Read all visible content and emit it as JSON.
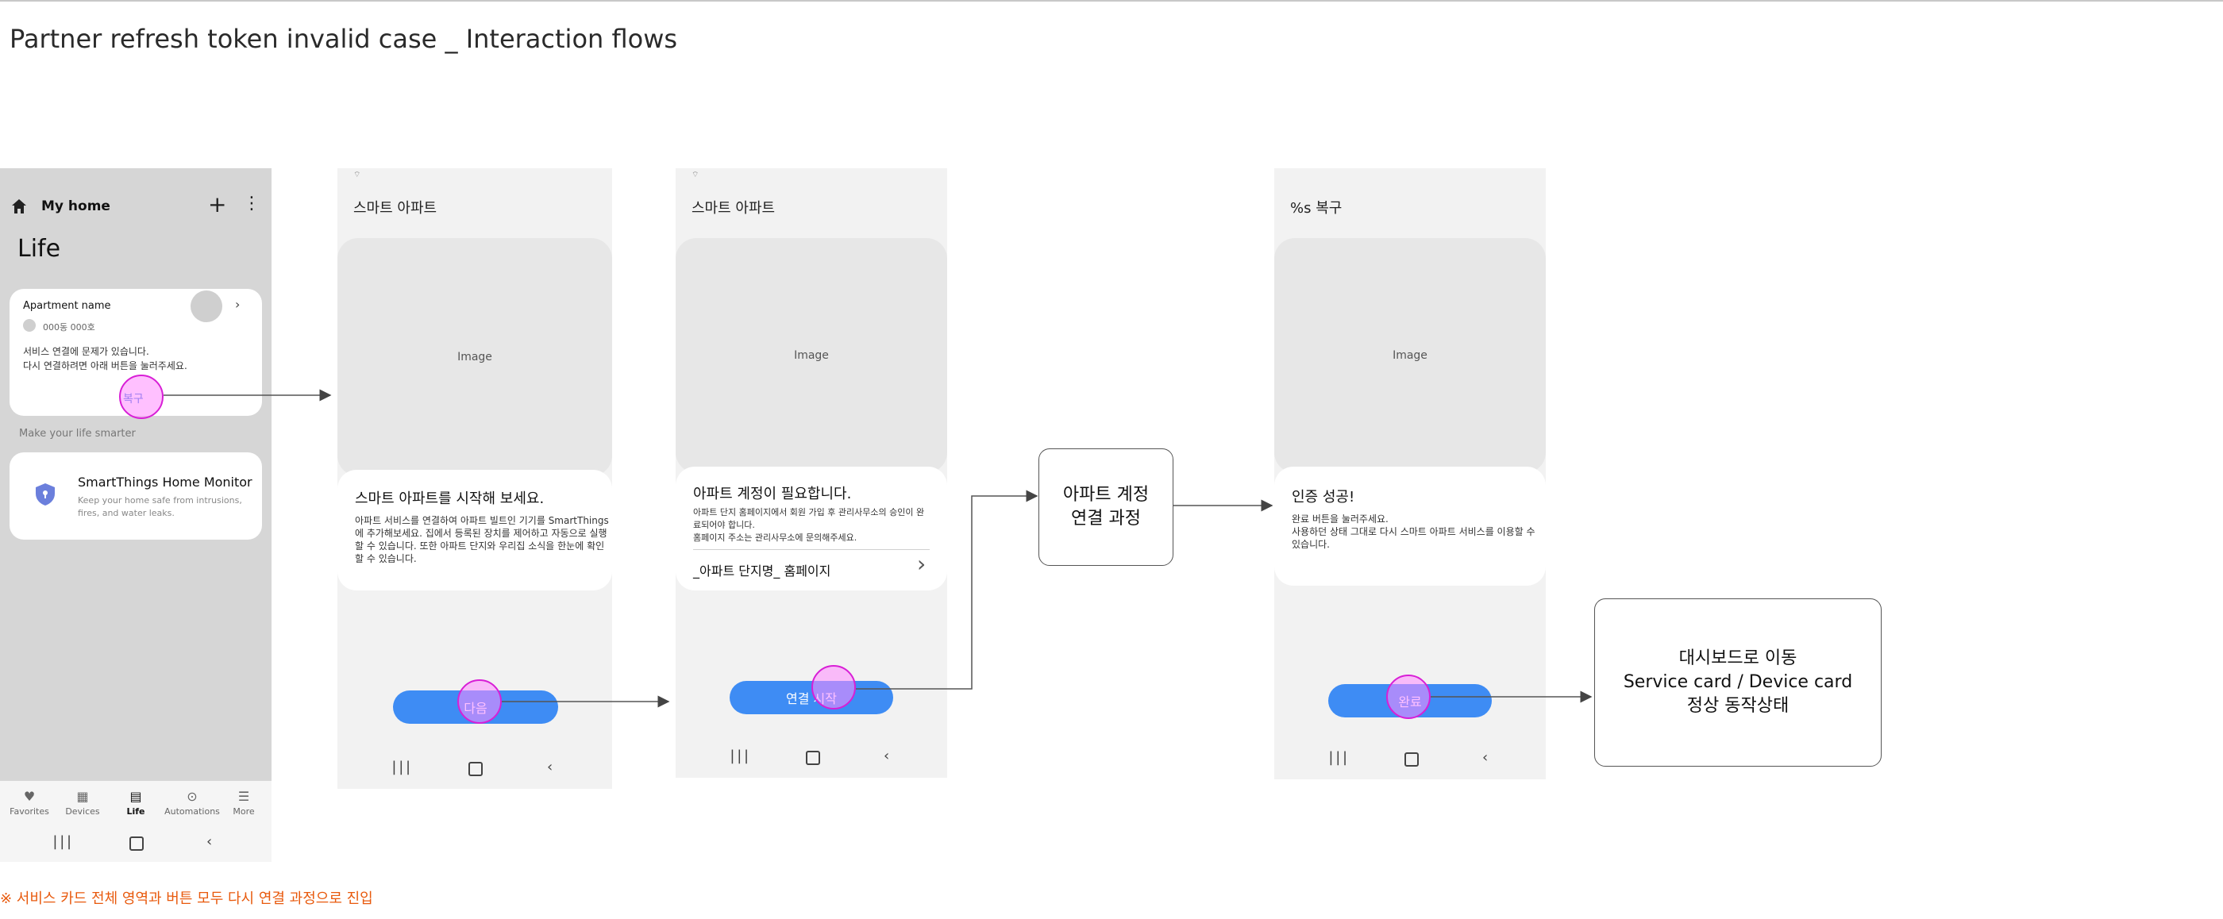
{
  "title": "Partner refresh token invalid case _ Interaction flows",
  "footnote": "※ 서비스 카드 전체 영역과 버튼 모두 다시 연결 과정으로 진입",
  "screen1": {
    "header_title": "My home",
    "section_title": "Life",
    "card": {
      "apartment_name": "Apartment name",
      "unit": "000동 000호",
      "message_line1": "서비스 연결에 문제가 있습니다.",
      "message_line2": "다시 연결하려면 아래 버튼을 눌러주세요.",
      "action_label": "복구"
    },
    "suggestion_label": "Make your life smarter",
    "monitor_card": {
      "title": "SmartThings Home Monitor",
      "desc_line1": "Keep your home safe from intrusions,",
      "desc_line2": "fires, and water leaks."
    },
    "tabs": [
      {
        "label": "Favorites",
        "icon": "heart-icon"
      },
      {
        "label": "Devices",
        "icon": "devices-icon"
      },
      {
        "label": "Life",
        "icon": "life-icon"
      },
      {
        "label": "Automations",
        "icon": "play-icon"
      },
      {
        "label": "More",
        "icon": "menu-icon"
      }
    ]
  },
  "screen2": {
    "header_title": "스마트 아파트",
    "image_label": "Image",
    "heading": "스마트 아파트를 시작해 보세요.",
    "body_line1": "아파트 서비스를 연결하여 아파트 빌트인 기기를 SmartThings",
    "body_line2": "에 추가해보세요. 집에서 등록된 장치를 제어하고 자동으로 실행",
    "body_line3": "할 수 있습니다. 또한 아파트 단지와 우리집 소식을 한눈에 확인",
    "body_line4": "할 수 있습니다.",
    "button_label": "다음"
  },
  "screen3": {
    "header_title": "스마트 아파트",
    "image_label": "Image",
    "heading": "아파트 계정이 필요합니다.",
    "body_line1": "아파트 단지 홈페이지에서 회원 가입 후 관리사무소의 승인이 완",
    "body_line2": "료되어야 합니다.",
    "body_line3": "홈페이지 주소는 관리사무소에 문의해주세요.",
    "link_label": "_아파트 단지명_ 홈페이지",
    "button_label": "연결 시작"
  },
  "process_box": {
    "line1": "아파트 계정",
    "line2": "연결 과정"
  },
  "screen4": {
    "header_title": "%s 복구",
    "image_label": "Image",
    "heading": "인증 성공!",
    "body_line1": "완료 버튼을 눌러주세요.",
    "body_line2": "사용하던 상태 그대로 다시 스마트 아파트 서비스를 이용할 수",
    "body_line3": "있습니다.",
    "button_label": "완료"
  },
  "result_box": {
    "line1": "대시보드로 이동",
    "line2": "Service card / Device card",
    "line3": "정상 동작상태"
  },
  "colors": {
    "accent_blue": "#3e8cf4",
    "tap_highlight": "#d81fd6",
    "note_orange": "#e8590c"
  }
}
